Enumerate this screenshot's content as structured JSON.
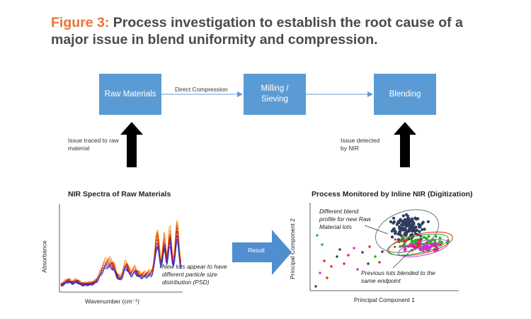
{
  "title": {
    "figure_label": "Figure 3:",
    "text": "Process investigation to establish the root cause of a major issue in blend uniformity and compression."
  },
  "flow": {
    "boxes": [
      "Raw Materials",
      "Milling / Sieving",
      "Blending"
    ],
    "direct_compression_label": "Direct Compression",
    "issue_traced": "Issue traced to raw material",
    "issue_detected": "Issue detected by NIR",
    "result_label": "Result"
  },
  "nir_chart": {
    "title": "NIR Spectra of Raw Materials",
    "xlabel": "Wavenumber (cm⁻¹)",
    "ylabel": "Absorbance",
    "annotation": "New lots appear to have different particle size distribution (PSD)"
  },
  "pca_chart": {
    "title": "Process Monitored by Inline NIR (Digitization)",
    "xlabel": "Principal Component 1",
    "ylabel": "Principal Component 2",
    "annotation_new": "Different blend profile for new Raw Material lots",
    "annotation_prev": "Previous lots blended to the same endpoint"
  },
  "colors": {
    "box_blue": "#5b9bd5",
    "arrow_blue": "#4f8fd0",
    "title_orange": "#e8743b",
    "spectra_gradient": [
      "#f5a623",
      "#f08a24",
      "#e8601c",
      "#d63a12",
      "#c01f0e",
      "#9a1a6a",
      "#4a22b8",
      "#2432d6"
    ]
  }
}
